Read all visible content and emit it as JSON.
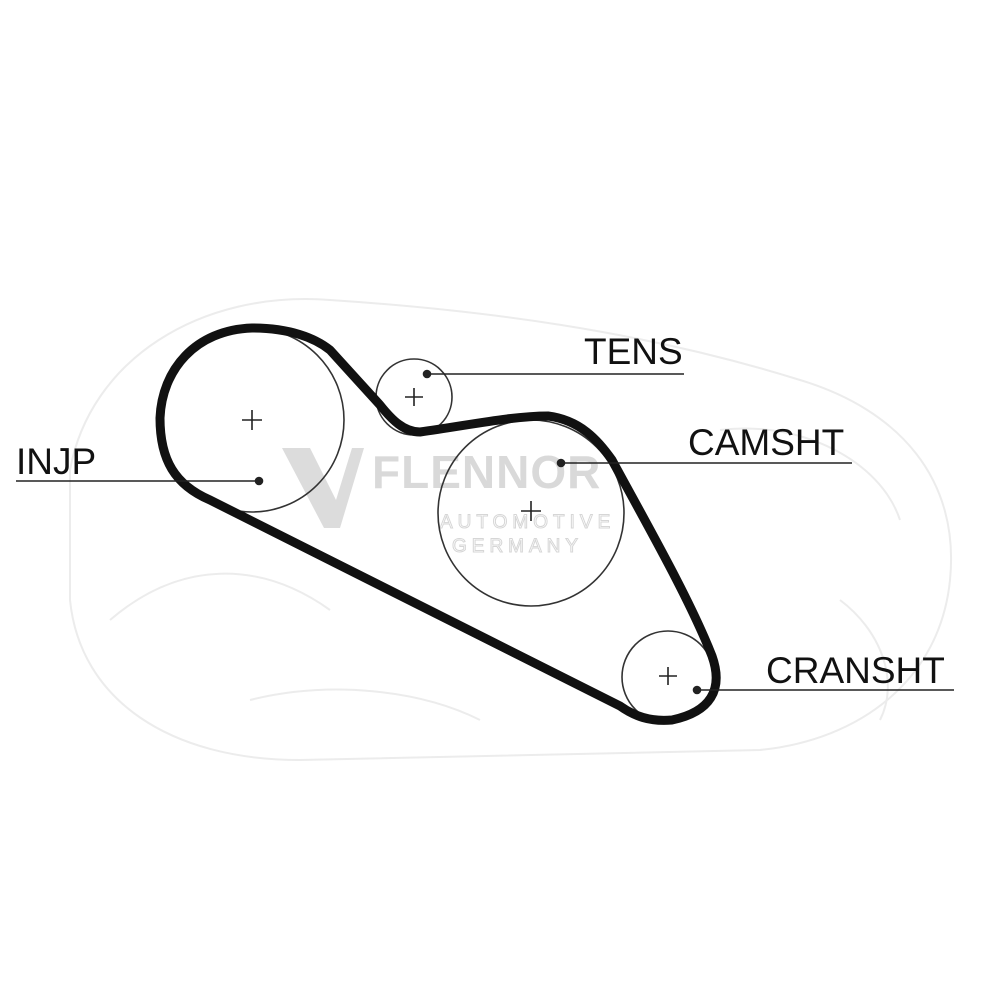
{
  "watermark": {
    "brand": "FLENNOR",
    "line1": "AUTOMOTIVE",
    "line2": "GERMANY",
    "color": "#d9d9d9"
  },
  "pulleys": [
    {
      "id": "injp",
      "label": "INJP"
    },
    {
      "id": "tens",
      "label": "TENS"
    },
    {
      "id": "camsht",
      "label": "CAMSHT"
    },
    {
      "id": "cransht",
      "label": "CRANSHT"
    }
  ],
  "colors": {
    "belt": "#111111",
    "pulley_outline": "#333333",
    "leader": "#222222",
    "background": "#ffffff"
  }
}
